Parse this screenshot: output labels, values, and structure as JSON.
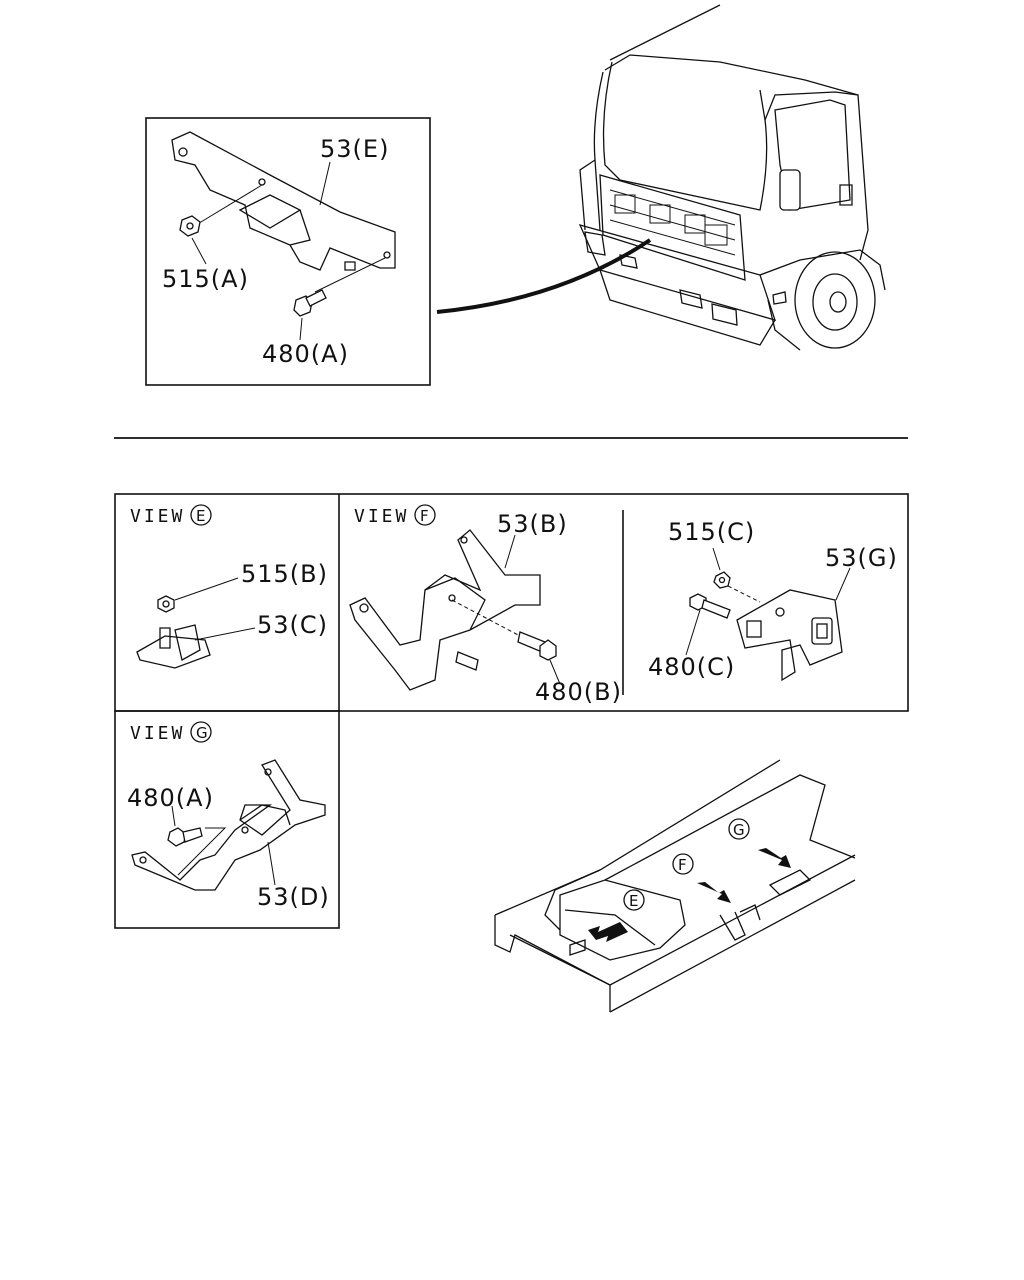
{
  "top_detail": {
    "labels": {
      "bracket_e": "53(E)",
      "nut_a": "515(A)",
      "bolt_a": "480(A)"
    }
  },
  "view_e": {
    "title": "VIEW",
    "marker": "E",
    "labels": {
      "nut_b": "515(B)",
      "bracket_c": "53(C)"
    }
  },
  "view_f": {
    "title": "VIEW",
    "marker": "F",
    "labels": {
      "bracket_b": "53(B)",
      "bolt_b": "480(B)",
      "nut_c": "515(C)",
      "bracket_g": "53(G)",
      "bolt_c": "480(C)"
    }
  },
  "view_g": {
    "title": "VIEW",
    "marker": "G",
    "labels": {
      "bolt_a": "480(A)",
      "bracket_d": "53(D)"
    }
  },
  "frame_markers": {
    "e": "E",
    "f": "F",
    "g": "G"
  }
}
